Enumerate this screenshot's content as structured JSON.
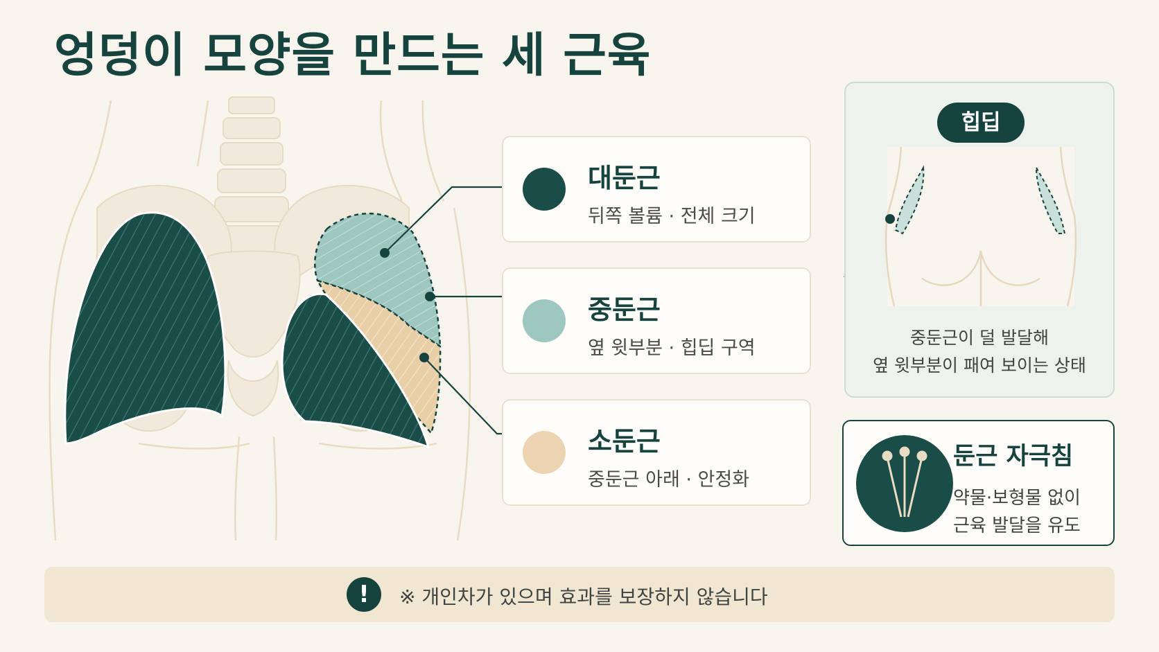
{
  "title": "엉덩이 모양을 만드는 세 근육",
  "colors": {
    "dark_green": "#17433f",
    "teal_mid": "#9ec7bf",
    "beige": "#ecd3b1",
    "bone": "#f1eadc",
    "background": "#f8f5ee"
  },
  "muscles": [
    {
      "name": "대둔근",
      "desc": "뒤쪽 볼륨 · 전체 크기",
      "color": "#1a4d47"
    },
    {
      "name": "중둔근",
      "desc": "옆 윗부분 · 힙딥 구역",
      "color": "#9ec7bf"
    },
    {
      "name": "소둔근",
      "desc": "중둔근 아래 · 안정화",
      "color": "#ecd3b1"
    }
  ],
  "hipdip": {
    "badge": "힙딥",
    "line1": "중둔근이 덜 발달해",
    "line2": "옆 윗부분이 패여 보이는 상태"
  },
  "needle": {
    "icon": "acupuncture-needles-icon",
    "title": "둔근 자극침",
    "line1": "약물·보형물 없이",
    "line2": "근육 발달을 유도"
  },
  "disclaimer": {
    "icon": "exclamation-icon",
    "text": "※ 개인차가 있으며 효과를 보장하지 않습니다"
  }
}
